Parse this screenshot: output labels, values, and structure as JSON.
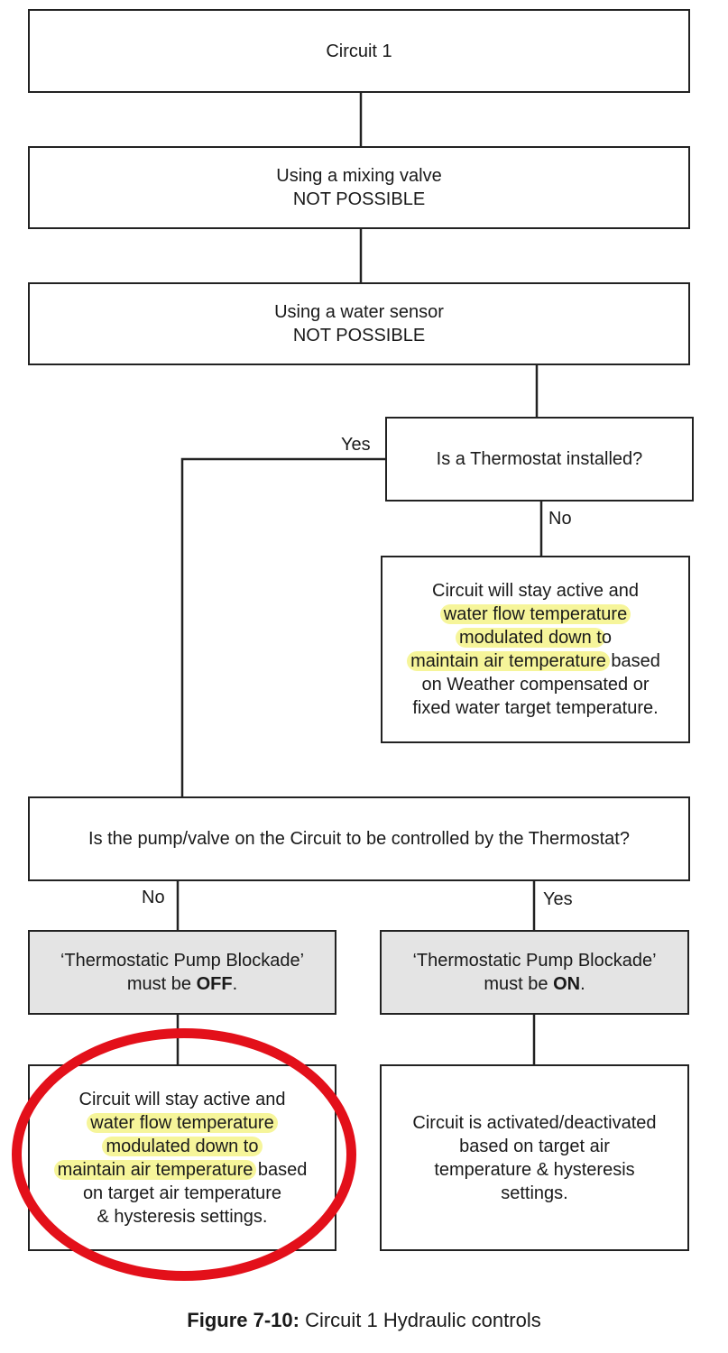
{
  "boxes": {
    "circuit": "Circuit 1",
    "mixing_valve": [
      "Using a mixing valve",
      "NOT POSSIBLE"
    ],
    "water_sensor": [
      "Using a water sensor",
      "NOT POSSIBLE"
    ],
    "thermostat_question": "Is a Thermostat installed?",
    "no_thermostat_outcome": {
      "line1": "Circuit will stay active and",
      "line2_hl": "water flow temperature",
      "line3_hl": "modulated down t",
      "line3_rest": "o",
      "line4_hl": "maintain air temperature",
      "line4_rest": " based",
      "line5": "on Weather compensated or",
      "line6": "fixed water target temperature."
    },
    "pump_question": "Is the pump/valve on the Circuit to be controlled by the Thermostat?",
    "blockade_off": {
      "line1": "‘Thermostatic Pump Blockade’",
      "prefix": "must be ",
      "value": "OFF",
      "suffix": "."
    },
    "blockade_on": {
      "line1": "‘Thermostatic Pump Blockade’",
      "prefix": "must be ",
      "value": "ON",
      "suffix": "."
    },
    "no_control_outcome": {
      "line1": "Circuit will stay active and",
      "line2_hl": "water flow temperature",
      "line3_hl": "modulated down to",
      "line4_hl": "maintain air temperature",
      "line4_rest": " based",
      "line5": "on target air temperature",
      "line6": "& hysteresis settings."
    },
    "control_outcome": [
      "Circuit is activated/deactivated",
      "based on target air",
      "temperature & hysteresis",
      "settings."
    ]
  },
  "labels": {
    "thermostat_yes": "Yes",
    "thermostat_no": "No",
    "pump_no": "No",
    "pump_yes": "Yes"
  },
  "caption": {
    "bold": "Figure 7-10:",
    "text": " Circuit 1 Hydraulic controls"
  },
  "colors": {
    "highlight": "#f6f59a",
    "annotation_ring": "#e3101a",
    "grey_box": "#e4e4e4"
  }
}
